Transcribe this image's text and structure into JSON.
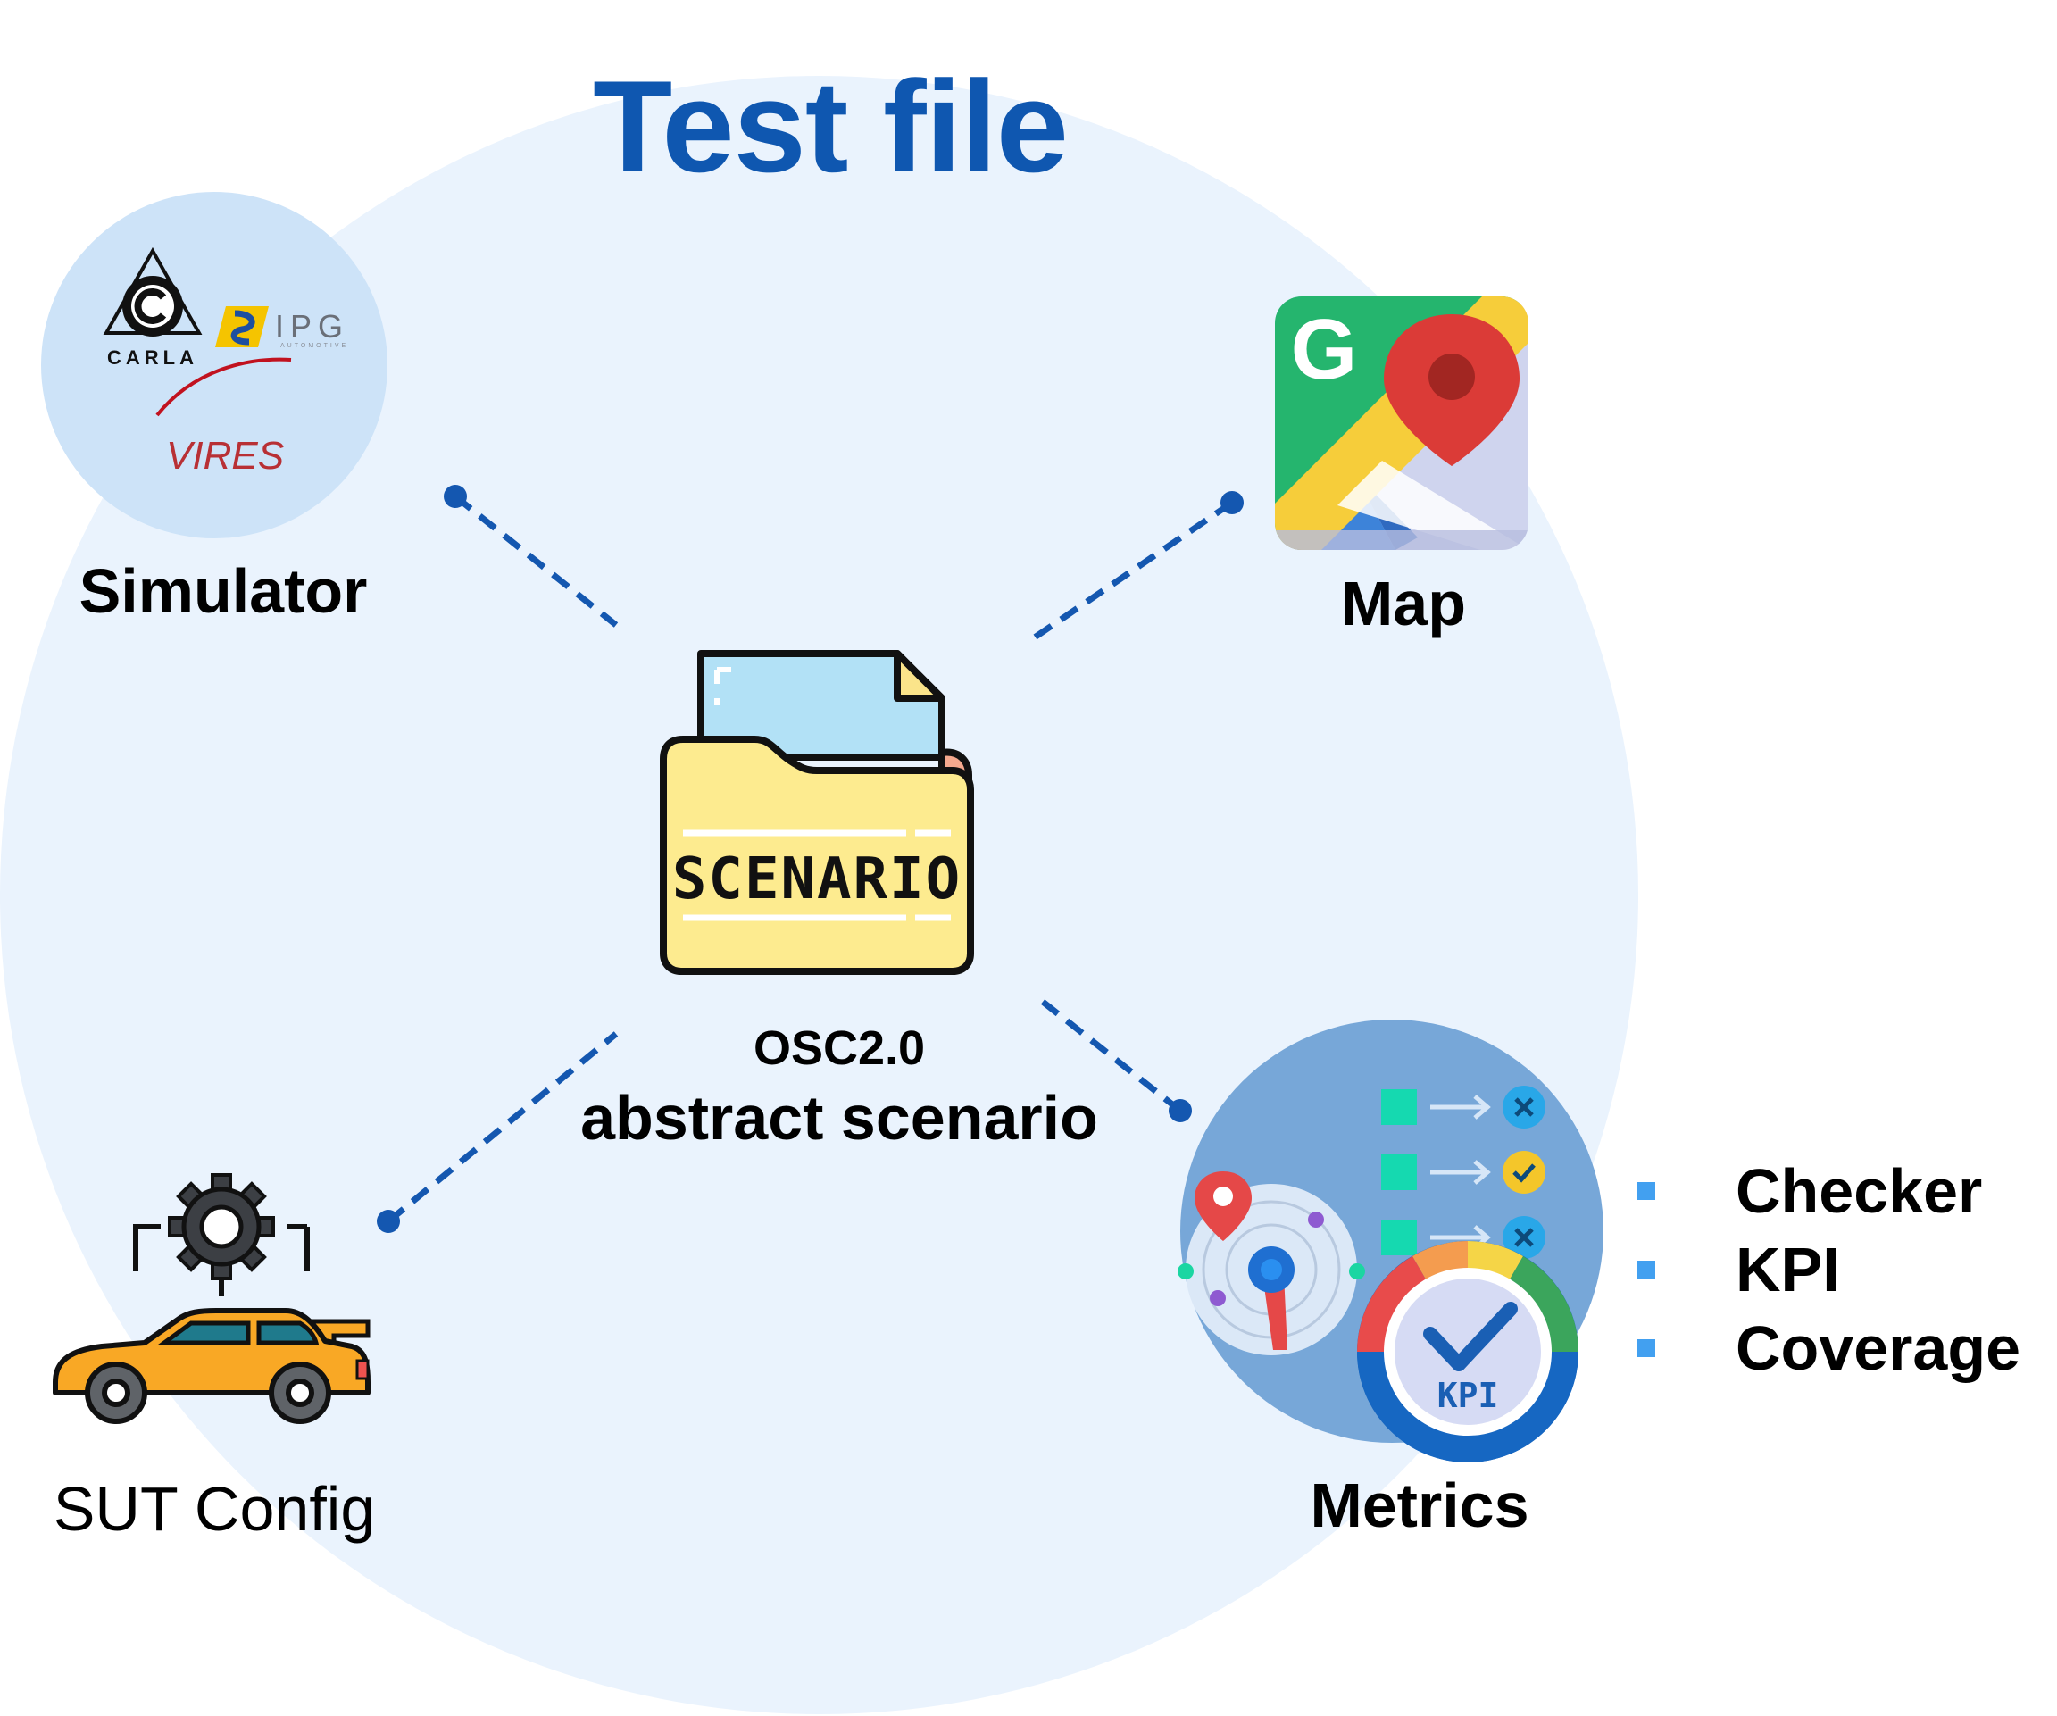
{
  "title": "Test file",
  "center": {
    "folder_label": "SCENARIO",
    "line1": "OSC2.0",
    "line2": "abstract scenario"
  },
  "nodes": {
    "simulator": {
      "label": "Simulator",
      "logos": {
        "carla": "CARLA",
        "ipg": "IPG",
        "ipg_sub": "AUTOMOTIVE",
        "vires": "VIRES"
      }
    },
    "map": {
      "label": "Map",
      "logo_letter": "G"
    },
    "sut_config": {
      "label": "SUT Config"
    },
    "metrics": {
      "label": "Metrics",
      "kpi_text": "KPI"
    }
  },
  "metrics_list": [
    "Checker",
    "KPI",
    "Coverage"
  ],
  "colors": {
    "title": "#0f57b0",
    "connector": "#1457b0",
    "outer_circle": "#eaf3fd",
    "bullet": "#42a0f0",
    "folder": "#fdeb8f",
    "paper": "#b2e1f6"
  }
}
